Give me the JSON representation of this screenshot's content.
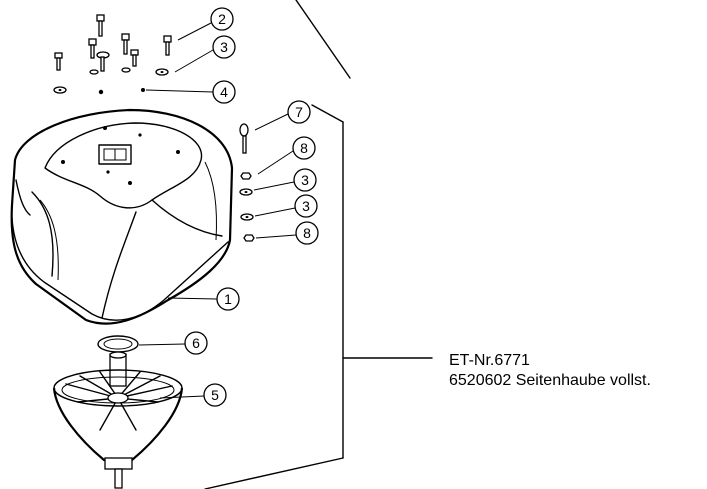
{
  "callouts": [
    "2",
    "3",
    "4",
    "7",
    "8",
    "3",
    "3",
    "8",
    "1",
    "6",
    "5"
  ],
  "part_label": {
    "number": "ET-Nr.6771",
    "description": "6520602 Seitenhaube vollst."
  }
}
